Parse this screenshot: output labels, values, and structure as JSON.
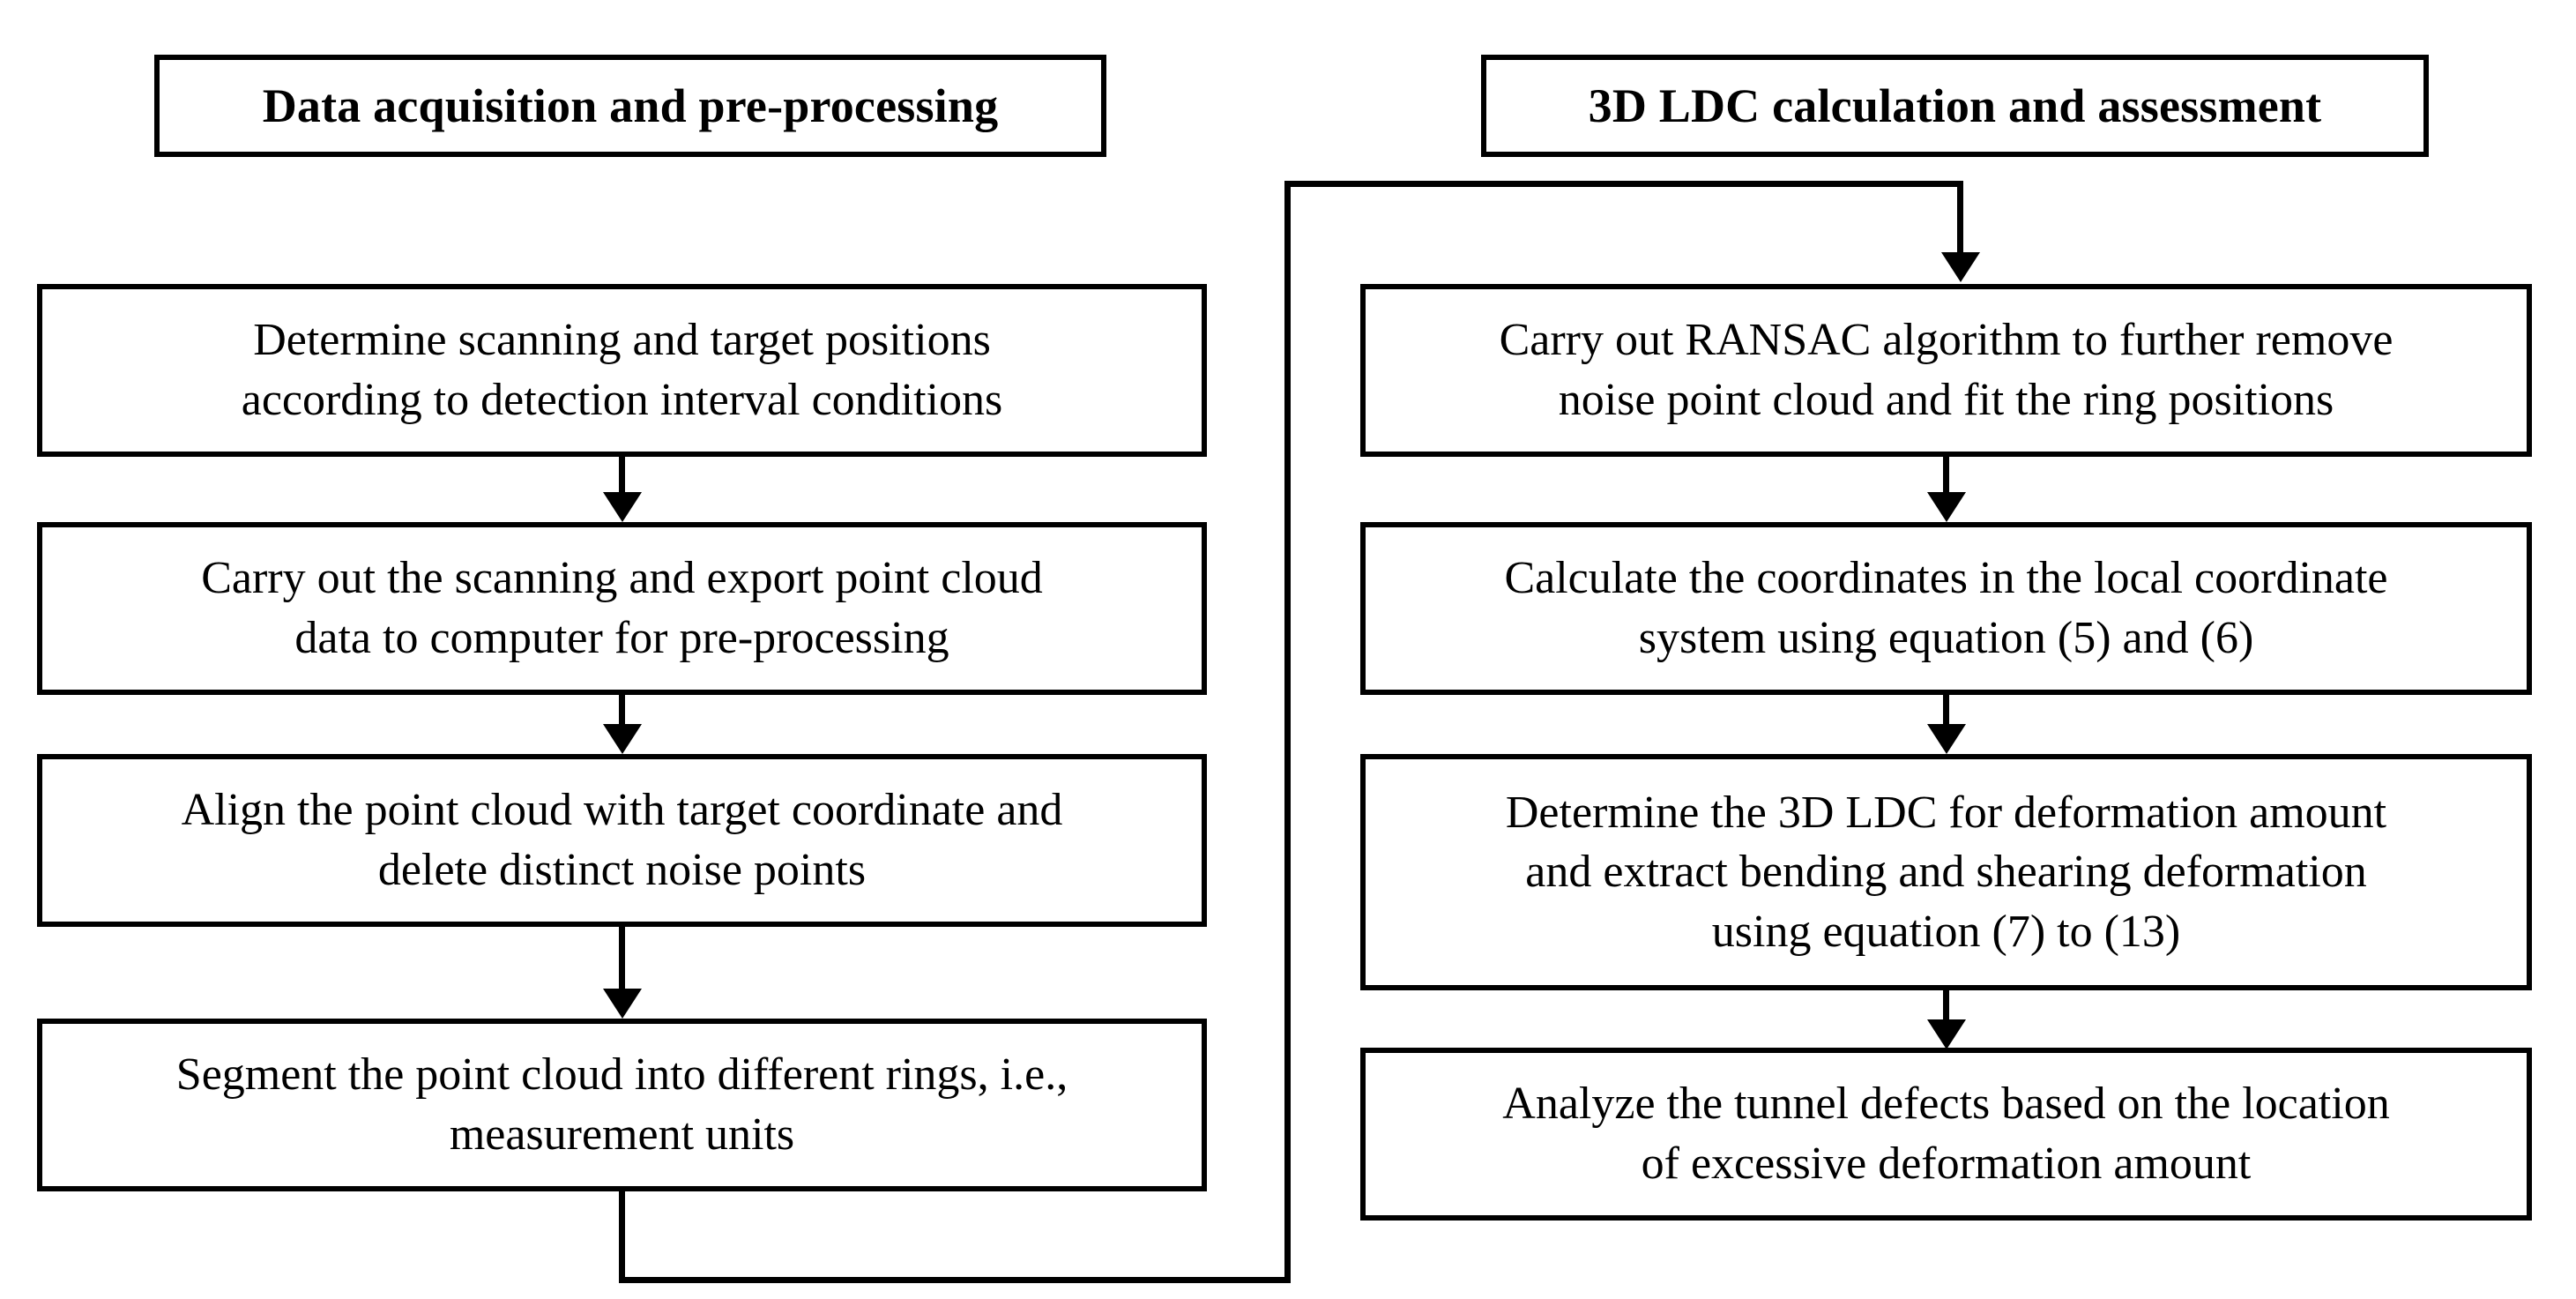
{
  "diagram": {
    "title_left": "Data acquisition and pre-processing",
    "title_right": "3D LDC calculation and assessment",
    "stroke_color": "#000000",
    "background_color": "#ffffff",
    "left_column": [
      {
        "id": "L1",
        "lines": [
          "Determine scanning and target positions",
          "according to detection interval conditions"
        ]
      },
      {
        "id": "L2",
        "lines": [
          "Carry out the scanning and export point cloud",
          "data to computer for pre-processing"
        ]
      },
      {
        "id": "L3",
        "lines": [
          "Align the point cloud with target coordinate and",
          "delete distinct noise points"
        ]
      },
      {
        "id": "L4",
        "lines": [
          "Segment the point cloud into different rings, i.e.,",
          "measurement units"
        ]
      }
    ],
    "right_column": [
      {
        "id": "R1",
        "lines": [
          "Carry out RANSAC algorithm to further remove",
          "noise point cloud and fit the ring positions"
        ]
      },
      {
        "id": "R2",
        "lines": [
          "Calculate the coordinates in the local coordinate",
          "system using equation (5) and (6)"
        ]
      },
      {
        "id": "R3",
        "lines": [
          "Determine the 3D LDC for deformation amount",
          "and extract bending and shearing deformation",
          "using equation (7) to (13)"
        ]
      },
      {
        "id": "R4",
        "lines": [
          "Analyze the tunnel defects based on the location",
          "of excessive deformation amount"
        ]
      }
    ]
  }
}
